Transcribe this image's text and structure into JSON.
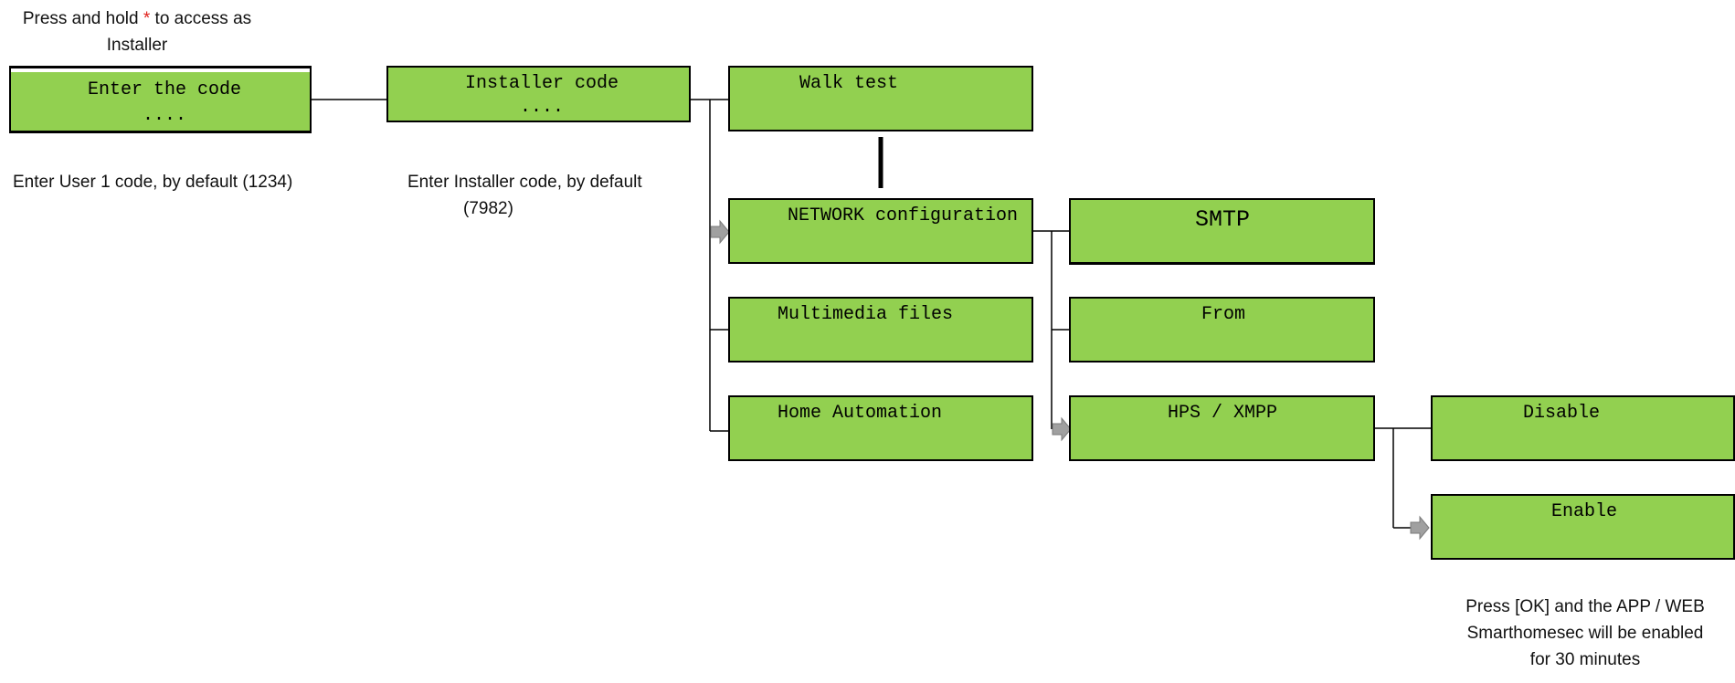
{
  "notes": {
    "press_hold_a": "Press and hold ",
    "press_hold_star": "*",
    "press_hold_b": " to access as",
    "press_hold_c": "Installer",
    "user_code": "Enter User 1 code, by default (1234)",
    "installer_code_a": "Enter Installer code, by default",
    "installer_code_b": "(7982)",
    "ok_a": "Press [OK] and the APP / WEB",
    "ok_b": "Smarthomesec will be enabled",
    "ok_c": "for 30 minutes"
  },
  "screens": {
    "enter_code": {
      "line1": "Enter the code",
      "line2": "...."
    },
    "installer_code": {
      "line1": "Installer code",
      "line2": "...."
    },
    "walk_test": {
      "line1": "Walk test"
    },
    "network_config": {
      "line1": "NETWORK configuration"
    },
    "multimedia": {
      "line1": "Multimedia files"
    },
    "home_automation": {
      "line1": "Home Automation"
    },
    "smtp": {
      "line1": "SMTP"
    },
    "from": {
      "line1": "From"
    },
    "hps_xmpp": {
      "line1": "HPS / XMPP"
    },
    "disable": {
      "line1": "Disable"
    },
    "enable": {
      "line1": "Enable"
    }
  },
  "colors": {
    "lcd_green": "#92d050",
    "arrow_grey": "#a0a0a0",
    "star_red": "#e0201b"
  }
}
